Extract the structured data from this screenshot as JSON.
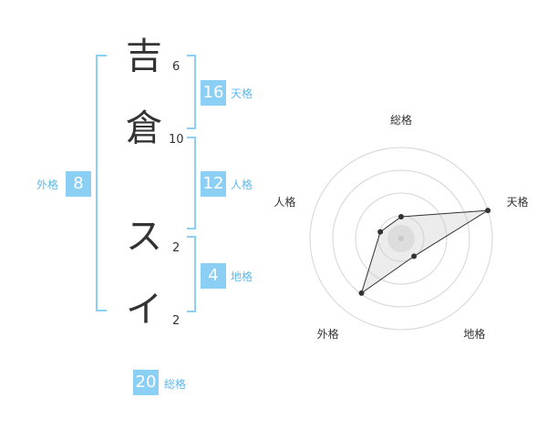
{
  "name": {
    "chars": [
      {
        "char": "吉",
        "strokes": "6"
      },
      {
        "char": "倉",
        "strokes": "10"
      },
      {
        "char": "ス",
        "strokes": "2"
      },
      {
        "char": "イ",
        "strokes": "2"
      }
    ]
  },
  "fortune": {
    "tenkaku": {
      "value": "16",
      "label": "天格"
    },
    "jinkaku": {
      "value": "12",
      "label": "人格"
    },
    "chikaku": {
      "value": "4",
      "label": "地格"
    },
    "gaikaku": {
      "value": "8",
      "label": "外格"
    },
    "soukaku": {
      "value": "20",
      "label": "総格"
    }
  },
  "chart_data": {
    "type": "radar",
    "axes": [
      "総格",
      "天格",
      "地格",
      "外格",
      "人格"
    ],
    "values": [
      1.2,
      5,
      1.2,
      3.7,
      1.2
    ],
    "max": 5,
    "rings": 4
  }
}
